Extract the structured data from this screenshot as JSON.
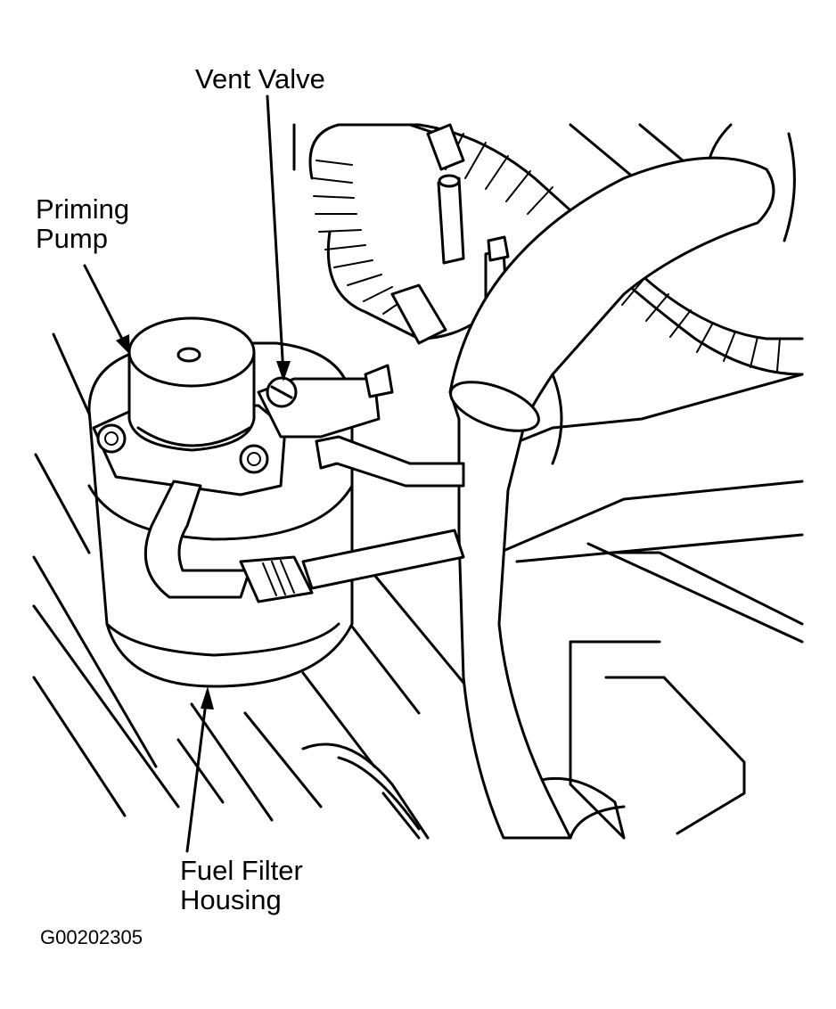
{
  "labels": {
    "vent_valve": "Vent Valve",
    "priming_pump_line1": "Priming",
    "priming_pump_line2": "Pump",
    "fuel_filter_line1": "Fuel Filter",
    "fuel_filter_line2": "Housing"
  },
  "figure_code": "G00202305",
  "colors": {
    "ink": "#000000",
    "paper": "#ffffff"
  }
}
